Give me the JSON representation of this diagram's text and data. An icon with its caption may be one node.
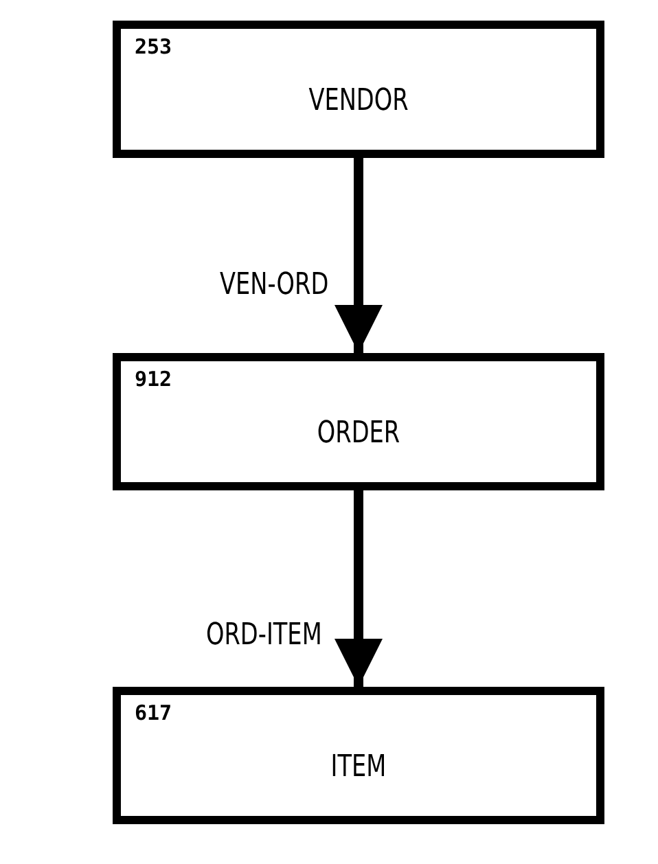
{
  "diagram": {
    "nodes": [
      {
        "text": [
          "253",
          "VENDOR"
        ]
      },
      {
        "text": [
          "912",
          "ORDER"
        ]
      },
      {
        "text": [
          "617",
          "ITEM"
        ]
      }
    ],
    "edges": [
      {
        "from": 0,
        "to": 1,
        "arrow": "to",
        "label": "VEN-ORD"
      },
      {
        "from": 1,
        "to": 2,
        "arrow": "to",
        "label": "ORD-ITEM"
      }
    ]
  }
}
